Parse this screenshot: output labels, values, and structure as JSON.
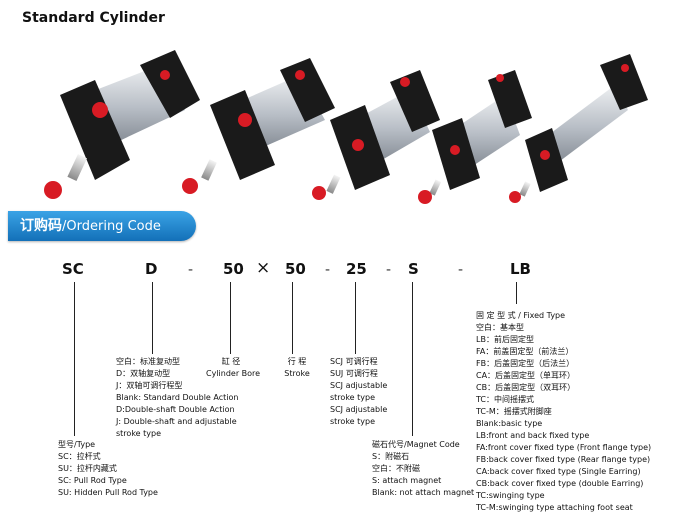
{
  "title": "Standard Cylinder",
  "banner": {
    "cn": "订购码",
    "sep": "/",
    "en": "Ordering Code"
  },
  "code": {
    "sc": "SC",
    "d": "D",
    "bore": "50",
    "times": "×",
    "stroke": "50",
    "adj": "25",
    "s": "S",
    "lb": "LB",
    "dash": "-"
  },
  "type_block": [
    "型号/Type",
    "SC：拉杆式",
    "SU：拉杆内藏式",
    "SC: Pull Rod Type",
    "SU: Hidden Pull Rod Type"
  ],
  "action_block": [
    "空白：标准复动型",
    "D：双轴复动型",
    "J：双轴可调行程型",
    "Blank: Standard Double Action",
    "D:Double-shaft Double Action",
    "J: Double-shaft and adjustable",
    "stroke type"
  ],
  "bore_block": [
    "缸 径",
    "Cylinder Bore"
  ],
  "stroke_block": [
    "行 程",
    "Stroke"
  ],
  "adj_block": [
    "SCJ 可调行程",
    "SUJ 可调行程",
    "SCJ adjustable",
    "stroke type",
    "SCJ adjustable",
    "stroke type"
  ],
  "magnet_block": [
    "磁石代号/Magnet Code",
    "S：附磁石",
    "空白：不附磁",
    "S: attach magnet",
    "Blank: not attach magnet"
  ],
  "mount_block": [
    "固 定 型 式 / Fixed Type",
    "空白：基本型",
    "LB：前后固定型",
    "FA：前盖固定型（前法兰）",
    "FB：后盖固定型（后法兰）",
    "CA：后盖固定型（单耳环）",
    "CB：后盖固定型（双耳环）",
    "TC：中间摇摆式",
    "TC-M：摇摆式附脚座",
    "Blank:basic type",
    "LB:front and back fixed type",
    "FA:front cover fixed type (Front flange type)",
    "FB:back cover fixed type (Rear flange type)",
    "CA:back cover fixed type (Single Earring)",
    "CB:back cover fixed type (double Earring)",
    "TC:swinging type",
    "TC-M:swinging type attaching foot seat"
  ],
  "colors": {
    "banner": "#1e84cf",
    "cap": "#1a1a1a",
    "barrel": "#c9ced4",
    "red": "#d81b24"
  }
}
